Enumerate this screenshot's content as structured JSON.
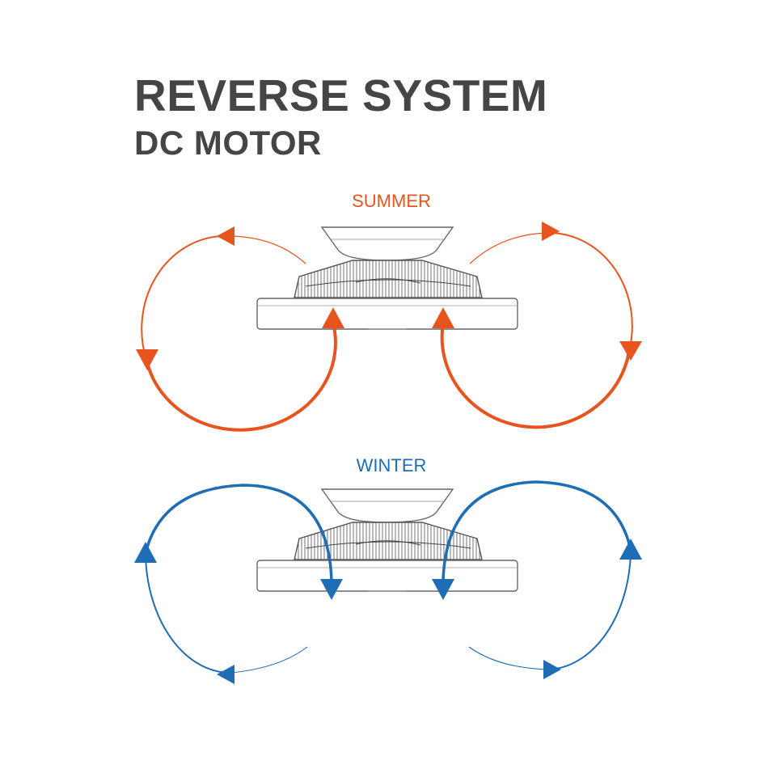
{
  "heading": {
    "title": "REVERSE SYSTEM",
    "subtitle": "DC MOTOR"
  },
  "modes": {
    "summer": {
      "label": "SUMMER",
      "color": "#e8541d"
    },
    "winter": {
      "label": "WINTER",
      "color": "#1f6db4"
    }
  },
  "colors": {
    "heading": "#454545",
    "fan_outline": "#555555",
    "background": "#ffffff"
  },
  "icons": {
    "fan": "ceiling-fan-icon",
    "arrow": "airflow-arrow-icon"
  }
}
